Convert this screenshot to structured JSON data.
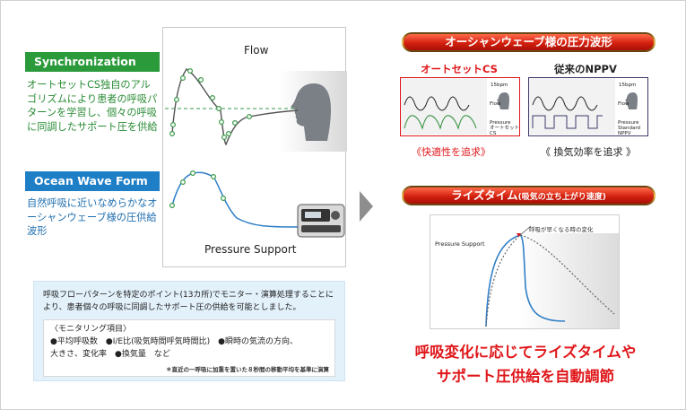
{
  "left": {
    "sync_label": "Synchronization",
    "sync_desc": "オートセットCS独自のアルゴリズムにより患者の呼吸パターンを学習し、個々の呼吸に同調したサポート圧を供給",
    "ocean_label": "Ocean Wave Form",
    "ocean_desc": "自然呼吸に近いなめらかなオーシャンウェーブ様の圧供給波形",
    "flow_title": "Flow",
    "ps_title": "Pressure Support"
  },
  "note": {
    "main": "呼吸フローパターンを特定のポイント(13カ所)でモニター・演算処理することにより、患者個々の呼吸に同調したサポート圧の供給を可能としました。",
    "heading": "〈モニタリング項目〉",
    "line1": "●平均呼吸数　●I/E比(吸気時間呼気時間比)　●瞬時の気流の方向、",
    "line2": "大きさ、変化率　●換気量　など",
    "footnote": "＊直近の一呼吸に加重を置いた８秒間の移動平均を基準に演算"
  },
  "right": {
    "banner1": "オーシャンウェーブ様の圧力波形",
    "autoset_title": "オートセットCS",
    "conv_title": "従来のNPPV",
    "mini_bpm": "15bpm",
    "mini_flow": "Flow",
    "mini_pressure": "Pressure",
    "mini_autoset": "オートセットCS",
    "mini_pressure2": "Pressure",
    "mini_std": "Standard NPPV",
    "autoset_pursuit": "《快適性を追求》",
    "conv_pursuit": "《 換気効率を追求 》",
    "banner2_main": "ライズタイム",
    "banner2_sub": "(吸気の立ち上がり速度)",
    "ps_label": "Pressure Support",
    "ps_change": "呼吸が早くなる時の変化",
    "bottom1": "呼吸変化に応じてライズタイムや",
    "bottom2": "サポート圧供給を自動調節"
  },
  "colors": {
    "sync_green": "#2b9a3a",
    "ocean_blue": "#1f7fc6",
    "accent_red": "#e0161a",
    "curve_blue": "#2f7fc6",
    "curve_dark": "#555555"
  }
}
